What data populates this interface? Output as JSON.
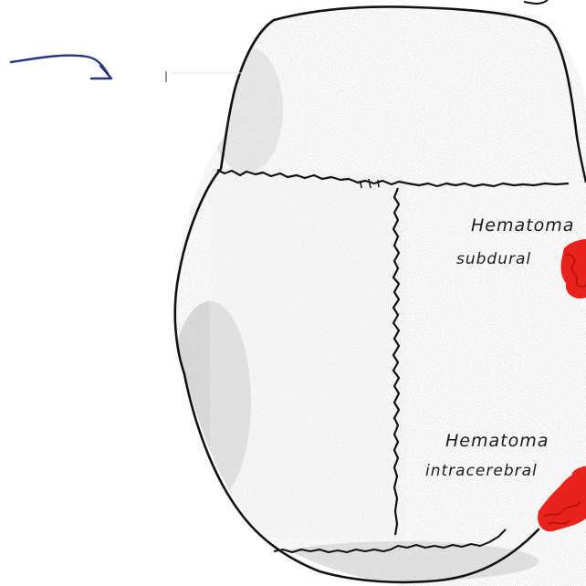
{
  "labels": {
    "subdural_line1": "Hematoma",
    "subdural_line2": "subdural",
    "intracerebral_line1": "Hematoma",
    "intracerebral_line2": "intracerebral"
  },
  "colors": {
    "ink": "#111111",
    "hematoma": "#e8231d",
    "shading": "#cfcfcf",
    "arrow": "#2a3580"
  },
  "icons": {
    "arrow": "curved-arrow-icon"
  }
}
